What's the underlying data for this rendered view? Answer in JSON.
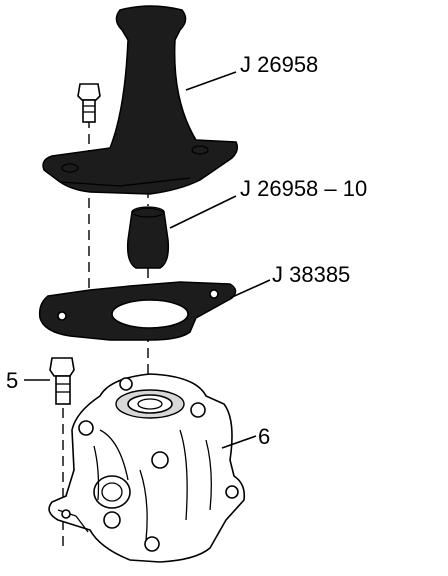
{
  "callouts": {
    "installer": "J 26958",
    "adapter": "J 26958 – 10",
    "holding_plate": "J 38385",
    "bolt": "5",
    "housing": "6"
  }
}
